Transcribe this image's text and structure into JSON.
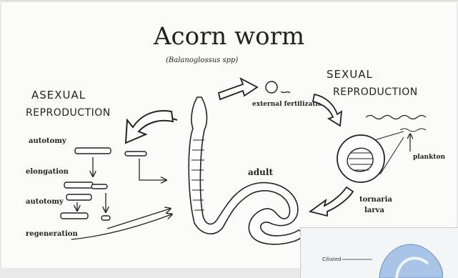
{
  "title": "Acorn worm",
  "subtitle": "(Balanoglossus spp)",
  "left_heading": {
    "line1": "ASEXUAL",
    "line2": "REPRODUCTION"
  },
  "right_heading": {
    "line1": "SEXUAL",
    "line2": "REPRODUCTION"
  },
  "labels": {
    "autotomy_1": "autotomy",
    "elongation": "elongation",
    "autotomy_2": "autotomy",
    "regeneration": "regeneration",
    "external_fertilization": "external fertilization",
    "adult": "adult",
    "plankton": "plankton",
    "larva_line1": "tornaria",
    "larva_line2": "larva"
  },
  "inset": {
    "label": "Ciliated"
  }
}
